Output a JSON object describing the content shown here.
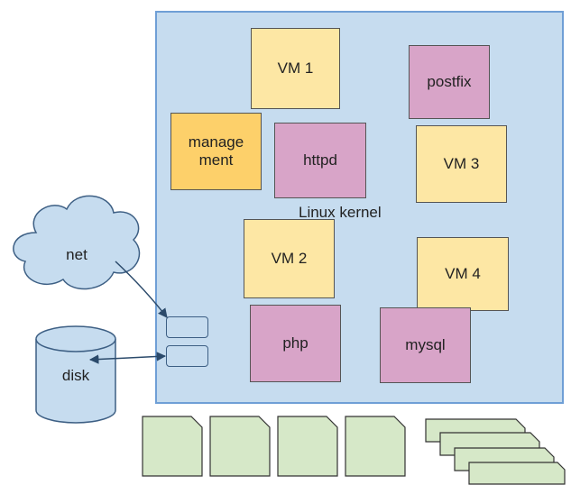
{
  "diagram": {
    "kernel_label": "Linux kernel",
    "vms": [
      "VM 1",
      "VM 2",
      "VM 3",
      "VM 4"
    ],
    "services": {
      "postfix": "postfix",
      "httpd": "httpd",
      "php": "php",
      "mysql": "mysql"
    },
    "management": "manage\nment",
    "net": "net",
    "disk": "disk"
  },
  "colors": {
    "host_fill": "#c6dcef",
    "host_border": "#6f9fd6",
    "vm_fill": "#fde7a4",
    "service_fill": "#d8a4c8",
    "management_fill": "#fdd06a",
    "storage_fill": "#d6e8c8",
    "arrow": "#2b4a6b"
  }
}
